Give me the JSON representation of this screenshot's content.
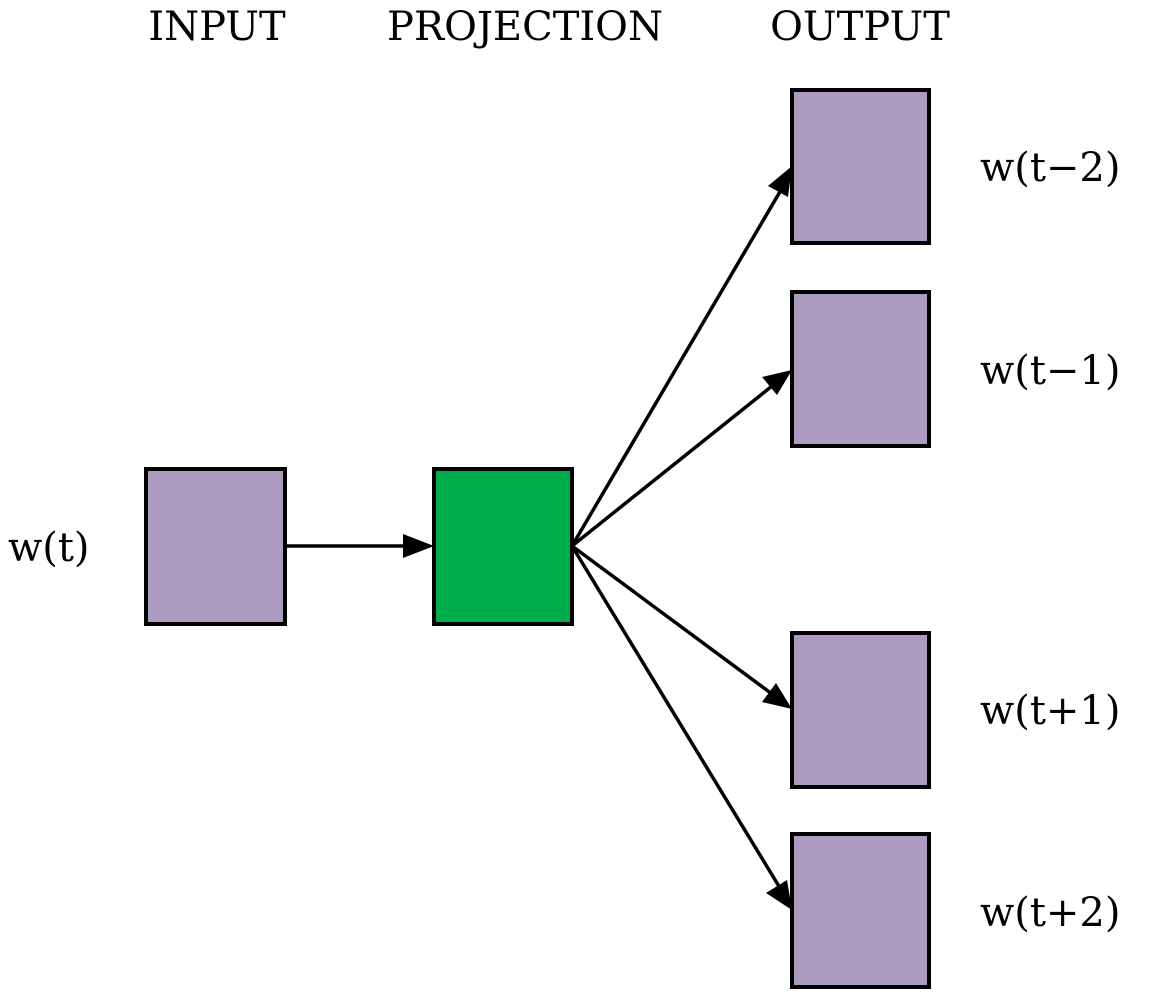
{
  "headers": {
    "input": "INPUT",
    "projection": "PROJECTION",
    "output": "OUTPUT"
  },
  "colors": {
    "word_box": "#aa9bbf",
    "projection_box": "#00ad4c",
    "stroke": "#000000"
  },
  "input_node": {
    "label": "w(t)"
  },
  "projection_node": {
    "label": ""
  },
  "output_nodes": [
    {
      "label": "w(t−2)"
    },
    {
      "label": "w(t−1)"
    },
    {
      "label": "w(t+1)"
    },
    {
      "label": "w(t+2)"
    }
  ]
}
